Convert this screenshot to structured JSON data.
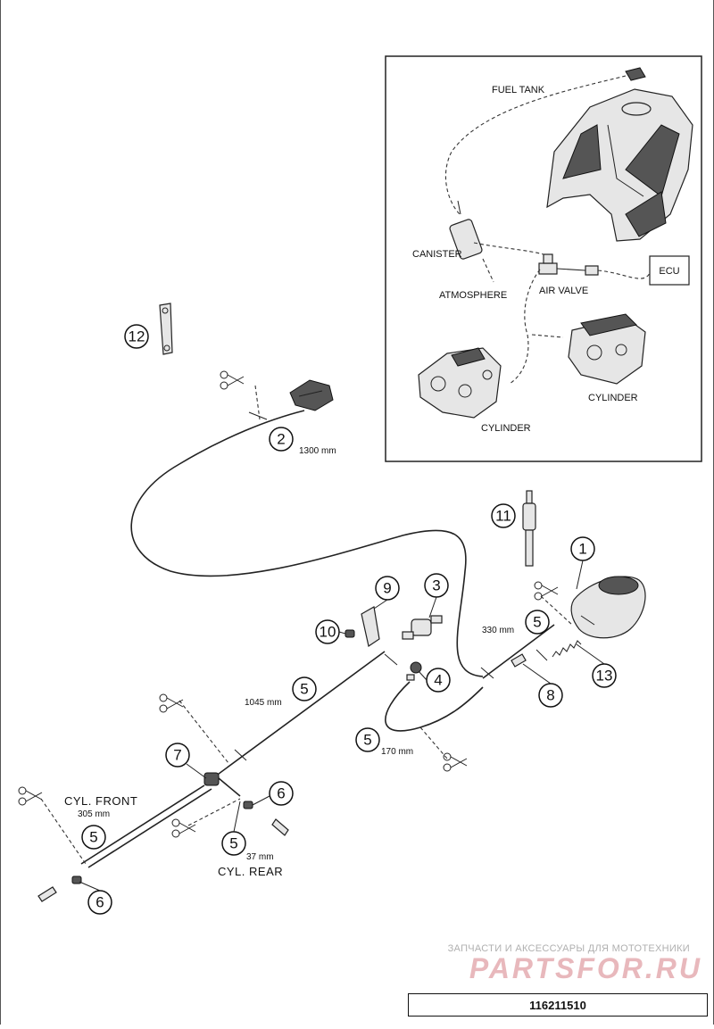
{
  "inset": {
    "labels": {
      "fuel_tank": "FUEL TANK",
      "canister": "CANISTER",
      "atmosphere": "ATMOSPHERE",
      "air_valve": "AIR VALVE",
      "ecu": "ECU",
      "cylinder_rear": "CYLINDER",
      "cylinder_front": "CYLINDER"
    }
  },
  "callouts": {
    "c1": "1",
    "c2": "2",
    "c3": "3",
    "c4": "4",
    "c5a": "5",
    "c5b": "5",
    "c5c": "5",
    "c5d": "5",
    "c5e": "5",
    "c6a": "6",
    "c6b": "6",
    "c7": "7",
    "c8": "8",
    "c9": "9",
    "c10": "10",
    "c11": "11",
    "c12": "12",
    "c13": "13"
  },
  "measurements": {
    "m1300": "1300 mm",
    "m330": "330 mm",
    "m1045": "1045 mm",
    "m170": "170 mm",
    "m305": "305 mm",
    "m37": "37 mm"
  },
  "cyl_labels": {
    "front": "CYL. FRONT",
    "rear": "CYL. REAR"
  },
  "watermark": {
    "line1": "ЗАПЧАСТИ И АКСЕССУАРЫ ДЛЯ МОТОТЕХНИКИ",
    "line2": "PARTSFOR.RU"
  },
  "part_number": "116211510"
}
